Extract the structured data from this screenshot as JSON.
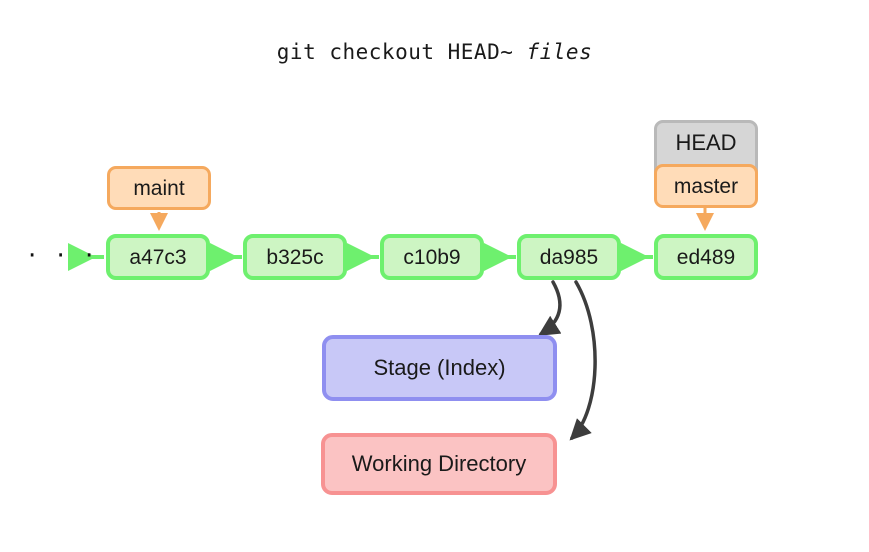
{
  "diagram": {
    "title_parts": {
      "command": "git checkout HEAD~ ",
      "argument": "files"
    },
    "title_full": "git checkout HEAD~ files",
    "ellipsis": "· · ·",
    "commits": [
      {
        "id": "a47c3",
        "label": "a47c3"
      },
      {
        "id": "b325c",
        "label": "b325c"
      },
      {
        "id": "c10b9",
        "label": "c10b9"
      },
      {
        "id": "da985",
        "label": "da985"
      },
      {
        "id": "ed489",
        "label": "ed489"
      }
    ],
    "refs": [
      {
        "id": "maint",
        "label": "maint",
        "points_to": "a47c3"
      },
      {
        "id": "master",
        "label": "master",
        "points_to": "ed489"
      }
    ],
    "head": {
      "label": "HEAD",
      "attached_to": "master"
    },
    "areas": [
      {
        "id": "stage",
        "label": "Stage (Index)"
      },
      {
        "id": "workdir",
        "label": "Working Directory"
      }
    ],
    "colors": {
      "commit_fill": "#cdf5c3",
      "commit_border": "#6ef06e",
      "ref_fill": "#ffdcb8",
      "ref_border": "#f5a95e",
      "head_fill": "#d6d6d6",
      "head_border": "#b9b9b9",
      "stage_fill": "#c8c8f7",
      "stage_border": "#8f8ff0",
      "workdir_fill": "#fbc3c3",
      "workdir_border": "#f79292",
      "arrow_dark": "#3d3d3d",
      "background": "#ffffff"
    }
  }
}
